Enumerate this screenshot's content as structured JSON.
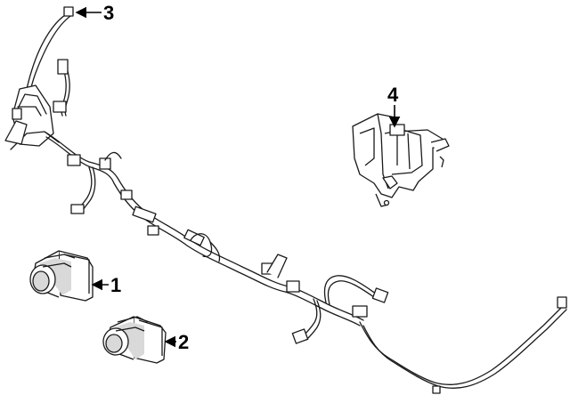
{
  "diagram": {
    "callouts": {
      "c1": "1",
      "c2": "2",
      "c3": "3",
      "c4": "4"
    },
    "line_color": "#1a1a1a",
    "fill_color": "#ffffff",
    "shade_color": "#d9d9d9"
  }
}
